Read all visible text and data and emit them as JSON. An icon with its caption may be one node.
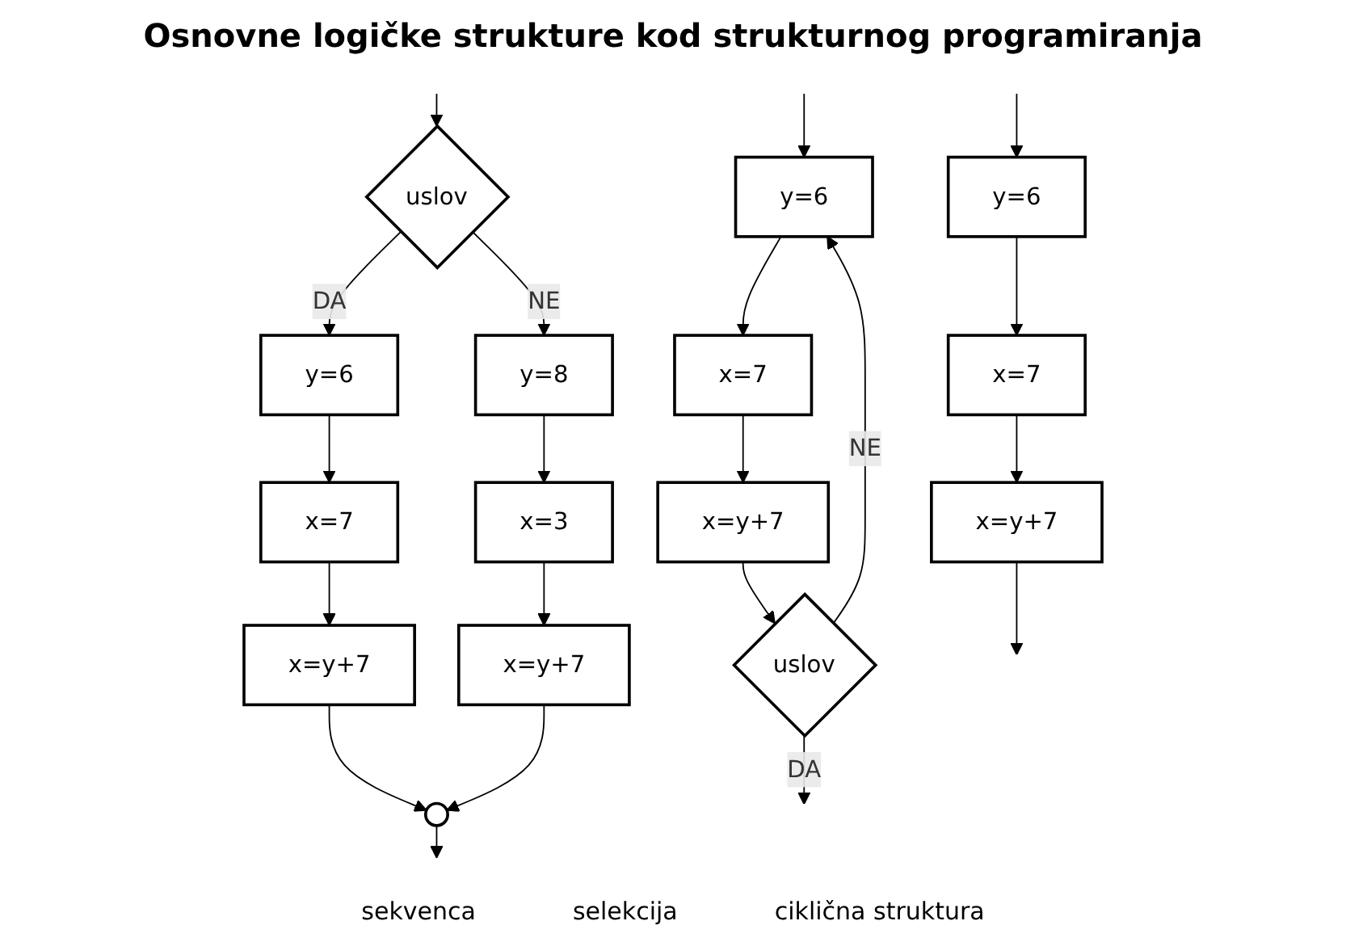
{
  "diagram": {
    "title": "Osnovne logičke strukture kod strukturnog programiranja",
    "nodes": [
      {
        "text": [
          "y=6"
        ]
      },
      {
        "text": [
          "x=7"
        ]
      },
      {
        "text": [
          "x=y+7"
        ]
      },
      {
        "text": [
          "uslov"
        ]
      },
      {
        "text": [
          "y=6"
        ]
      },
      {
        "text": [
          "x=7"
        ]
      },
      {
        "text": [
          "x=y+7"
        ]
      },
      {
        "text": [
          "y=8"
        ]
      },
      {
        "text": [
          "x=3"
        ]
      },
      {
        "text": [
          "x=y+7"
        ]
      },
      {
        "text": [],
        "shape": "circle"
      },
      {
        "text": [
          "y=6"
        ]
      },
      {
        "text": [
          "x=7"
        ]
      },
      {
        "text": [
          "x=y+7"
        ]
      },
      {
        "text": [
          "uslov"
        ]
      }
    ],
    "edges": [
      {
        "from": null,
        "to": 0,
        "arrow": "to"
      },
      {
        "from": 0,
        "to": 1,
        "arrow": "to"
      },
      {
        "from": 1,
        "to": 2,
        "arrow": "to"
      },
      {
        "from": 2,
        "to": null,
        "arrow": "to"
      },
      {
        "from": null,
        "to": 3,
        "arrow": "to"
      },
      {
        "from": 3,
        "to": 4,
        "arrow": "to",
        "label": "DA"
      },
      {
        "from": 3,
        "to": 7,
        "arrow": "to",
        "label": "NE"
      },
      {
        "from": 4,
        "to": 5,
        "arrow": "to"
      },
      {
        "from": 5,
        "to": 6,
        "arrow": "to"
      },
      {
        "from": 7,
        "to": 8,
        "arrow": "to"
      },
      {
        "from": 8,
        "to": 9,
        "arrow": "to"
      },
      {
        "from": 6,
        "to": 10,
        "arrow": "to"
      },
      {
        "from": 9,
        "to": 10,
        "arrow": "to"
      },
      {
        "from": 10,
        "to": null,
        "arrow": "to"
      },
      {
        "from": null,
        "to": 11,
        "arrow": "to"
      },
      {
        "from": 11,
        "to": 12,
        "arrow": "to"
      },
      {
        "from": 12,
        "to": 13,
        "arrow": "to"
      },
      {
        "from": 13,
        "to": 14,
        "arrow": "to"
      },
      {
        "from": 14,
        "to": null,
        "arrow": "to",
        "label": "DA"
      },
      {
        "from": 14,
        "to": 11,
        "arrow": "to",
        "label": "NE"
      }
    ],
    "labels": [
      "sekvenca",
      "selekcija",
      "ciklična struktura"
    ]
  }
}
